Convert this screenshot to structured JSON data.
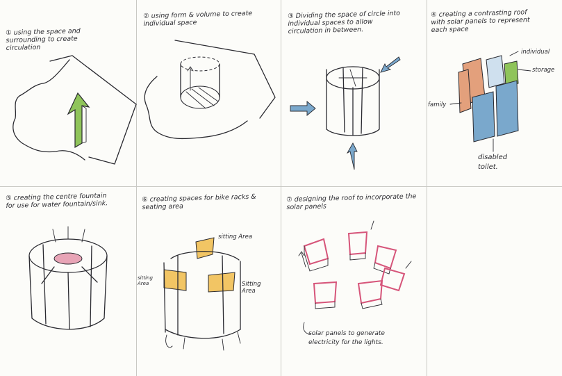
{
  "panels": [
    {
      "caption": "① using the space and surrounding to create circulation"
    },
    {
      "caption": "② using form & volume to create individual space"
    },
    {
      "caption": "③ Dividing the space of circle into individual spaces to allow circulation in between."
    },
    {
      "caption": "④ creating a contrasting roof with solar panels to represent each space",
      "labels": {
        "individual": "individual",
        "storage": "storage",
        "family": "family",
        "disabled": "disabled toilet."
      }
    },
    {
      "caption": "⑤ creating the centre fountain for use for water fountain/sink."
    },
    {
      "caption": "⑥ creating spaces for bike racks & seating area",
      "labels": {
        "seating_top": "sitting Area",
        "seating_left": "sitting Area",
        "seating_right": "Sitting Area"
      }
    },
    {
      "caption": "⑦ designing the roof to incorporate the solar panels",
      "labels": {
        "solar": "solar panels to generate electricity for the lights."
      }
    }
  ],
  "colors": {
    "green": "#8fc45a",
    "blue": "#7aa8cc",
    "orange": "#e3a07c",
    "yellow": "#f2c564",
    "pink": "#d6557a",
    "ink": "#2a2a30"
  },
  "icons": [
    "arrow-icon"
  ]
}
